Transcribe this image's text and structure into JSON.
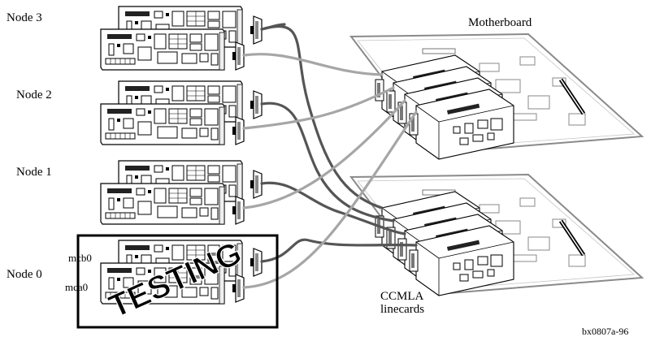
{
  "labels": {
    "node3": "Node 3",
    "node2": "Node 2",
    "node1": "Node 1",
    "node0": "Node 0",
    "motherboard": "Motherboard",
    "mcb0": "mcb0",
    "mca0": "mca0",
    "testing": "TESTING",
    "linecards_line1": "CCMLA",
    "linecards_line2": "linecards",
    "figure_id": "bx0807a-96"
  },
  "colors": {
    "card_stroke": "#000000",
    "board_stroke": "#8a8a8a",
    "cable_dark": "#555555",
    "cable_light": "#a6a6a6",
    "text": "#000000"
  },
  "icons": {
    "node_board": "pci-card-stack",
    "connector": "d-sub-connector",
    "motherboard": "motherboard-panel",
    "linecard": "ccmla-linecard"
  }
}
